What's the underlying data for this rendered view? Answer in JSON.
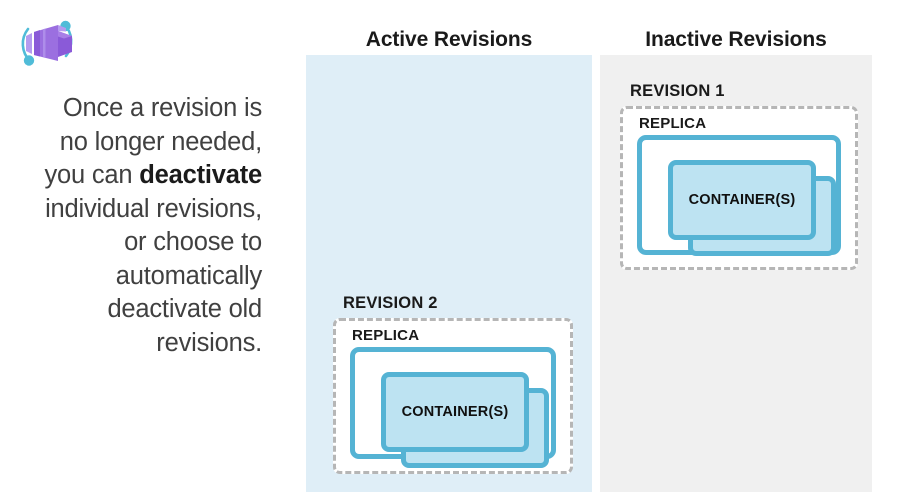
{
  "brand": {
    "icon": "azure-container-apps-icon",
    "colors": {
      "purple_dark": "#7a4fd0",
      "purple_mid": "#9b6fe0",
      "purple_light": "#b59bef",
      "cyan": "#50bcd8"
    }
  },
  "caption": {
    "line1": "Once a revision is",
    "line2": "no longer needed,",
    "line3_pre": "you can ",
    "line3_bold": "deactivate",
    "line4": "individual revisions,",
    "line5": "or choose to",
    "line6": "automatically",
    "line7": "deactivate old",
    "line8": "revisions."
  },
  "columns": {
    "active": {
      "header": "Active Revisions",
      "background": "#dfeef7"
    },
    "inactive": {
      "header": "Inactive Revisions",
      "background": "#f0f0f0"
    }
  },
  "revisions": [
    {
      "id": "revision-1",
      "label": "REVISION 1",
      "column": "inactive",
      "replica_label": "REPLICA",
      "container_label": "CONTAINER(S)",
      "container_count": 2
    },
    {
      "id": "revision-2",
      "label": "REVISION 2",
      "column": "active",
      "replica_label": "REPLICA",
      "container_label": "CONTAINER(S)",
      "container_count": 2
    }
  ],
  "palette": {
    "container_border": "#55b3d4",
    "container_fill": "#bde3f2",
    "dashed_border": "#b6b6b6",
    "text_dark": "#1a1a1a",
    "caption_text": "#404040"
  }
}
